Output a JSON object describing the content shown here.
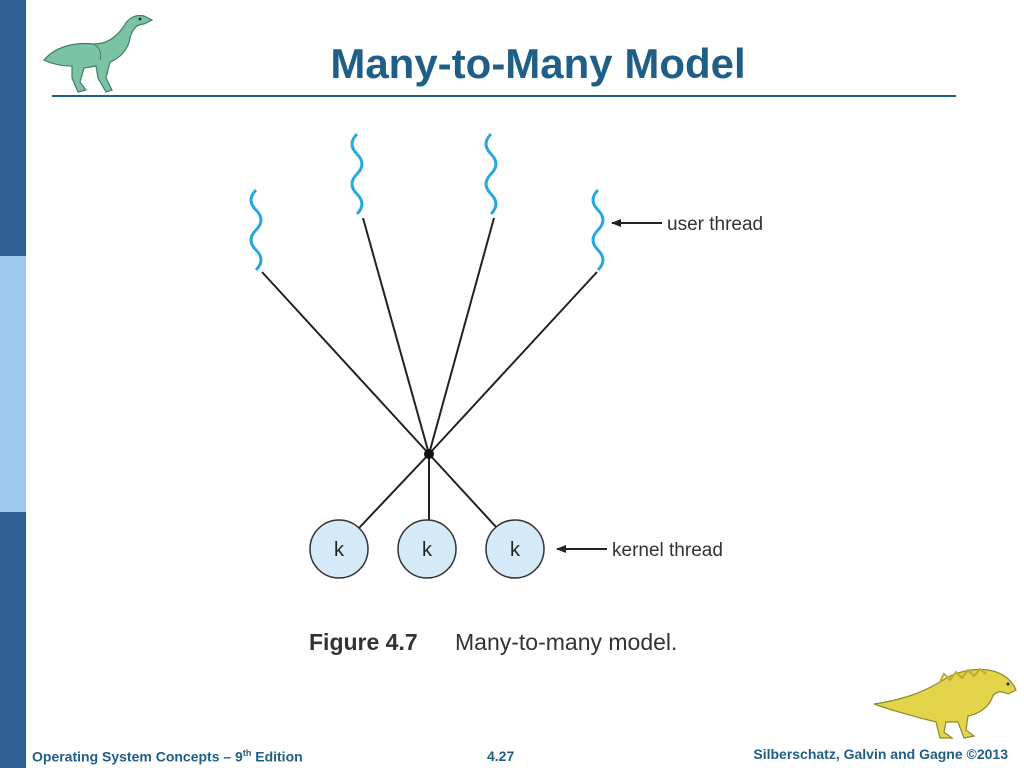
{
  "slide": {
    "title": "Many-to-Many Model",
    "colors": {
      "accent": "#1f5f87",
      "thread": "#29a8e0",
      "kernel_fill": "#d6ebf8"
    }
  },
  "diagram": {
    "user_thread_label": "user thread",
    "kernel_thread_label": "kernel thread",
    "kernel_labels": [
      "k",
      "k",
      "k"
    ],
    "caption_number": "Figure 4.7",
    "caption_text": "Many-to-many model."
  },
  "footer": {
    "book_prefix": "Operating System Concepts – 9",
    "book_sup": "th",
    "book_suffix": " Edition",
    "page": "4.27",
    "copyright": "Silberschatz, Galvin and Gagne ©2013"
  }
}
